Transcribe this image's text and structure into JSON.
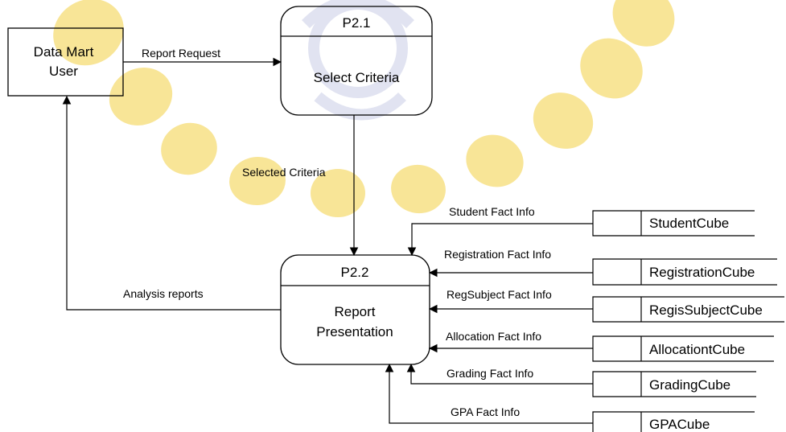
{
  "external_entity": {
    "line1": "Data Mart",
    "line2": "User"
  },
  "process_1": {
    "id": "P2.1",
    "name": "Select Criteria"
  },
  "process_2": {
    "id": "P2.2",
    "name_line1": "Report",
    "name_line2": "Presentation"
  },
  "flows": {
    "report_request": "Report Request",
    "selected_criteria": "Selected Criteria",
    "analysis_reports": "Analysis reports",
    "student": "Student Fact Info",
    "registration": "Registration Fact Info",
    "regsubject": "RegSubject Fact Info",
    "allocation": "Allocation Fact Info",
    "grading": "Grading Fact Info",
    "gpa": "GPA Fact Info"
  },
  "stores": {
    "student": "StudentCube",
    "registration": "RegistrationCube",
    "regissubject": "RegisSubjectCube",
    "allocation": "AllocationtCube",
    "grading": "GradingCube",
    "gpa": "GPACube"
  },
  "colors": {
    "line": "#000000",
    "watermark": "#f2cf43",
    "watermark_emblem": "#c9cde6"
  }
}
